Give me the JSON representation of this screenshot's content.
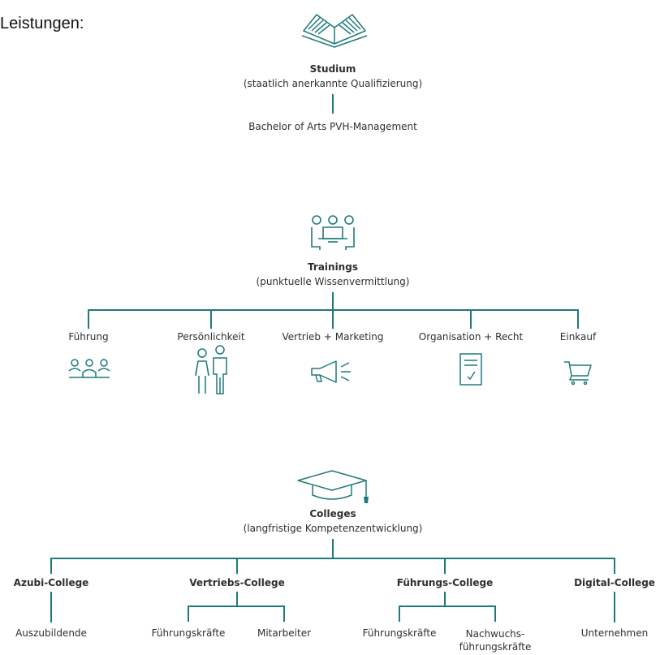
{
  "heading": "Leistungen:",
  "colors": {
    "accent": "#1f7a7a",
    "text": "#2f2f2f"
  },
  "studium": {
    "icon": "book-icon",
    "title": "Studium",
    "subtitle": "(staatlich anerkannte Qualifizierung)",
    "item": "Bachelor of Arts PVH-Management"
  },
  "trainings": {
    "icon": "meeting-icon",
    "title": "Trainings",
    "subtitle": "(punktuelle Wissenvermittlung)",
    "items": [
      {
        "label": "Führung",
        "icon": "group-icon"
      },
      {
        "label": "Persönlichkeit",
        "icon": "people-icon"
      },
      {
        "label": "Vertrieb + Marketing",
        "icon": "megaphone-icon"
      },
      {
        "label": "Organisation + Recht",
        "icon": "document-check-icon"
      },
      {
        "label": "Einkauf",
        "icon": "cart-icon"
      }
    ]
  },
  "colleges": {
    "icon": "graduation-cap-icon",
    "title": "Colleges",
    "subtitle": "(langfristige Kompetenzentwicklung)",
    "items": [
      {
        "label": "Azubi-College",
        "children": [
          "Auszubildende"
        ]
      },
      {
        "label": "Vertriebs-College",
        "children": [
          "Führungskräfte",
          "Mitarbeiter"
        ]
      },
      {
        "label": "Führungs-College",
        "children": [
          "Führungskräfte",
          "Nachwuchs-\nführungskräfte"
        ]
      },
      {
        "label": "Digital-College",
        "children": [
          "Unternehmen"
        ]
      }
    ]
  }
}
